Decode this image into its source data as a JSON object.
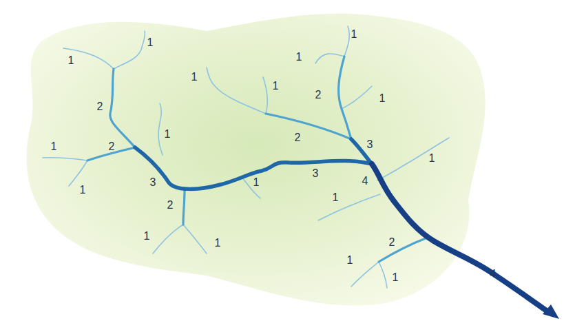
{
  "diagram": {
    "labels": [
      "1",
      "1",
      "1",
      "1",
      "1",
      "1",
      "2",
      "1",
      "2",
      "1",
      "2",
      "3",
      "1",
      "2",
      "1",
      "3",
      "4",
      "3",
      "1",
      "1",
      "1",
      "2",
      "1",
      "2",
      "1",
      "1",
      "4",
      "1"
    ]
  }
}
